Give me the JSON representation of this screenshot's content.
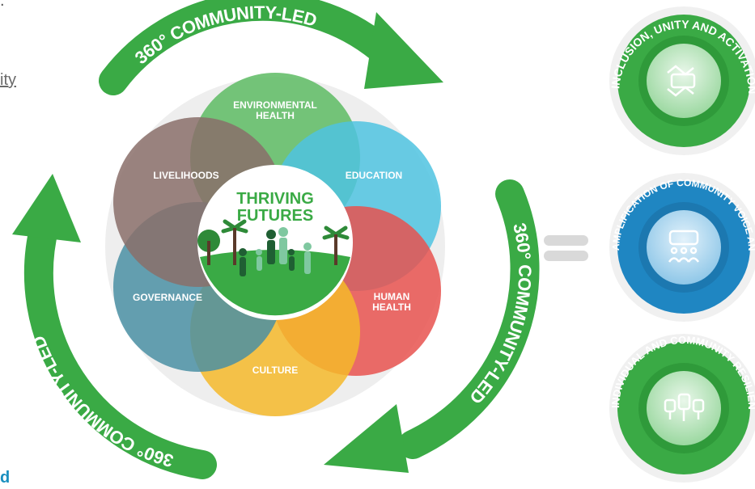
{
  "left_edge": {
    "top_fragment": ".",
    "link_fragment": "ity",
    "bottom_fragment": "d"
  },
  "cycle": {
    "arrow_label_top": "360° COMMUNITY-LED",
    "arrow_label_right": "360° COMMUNITY-LED",
    "arrow_label_left": "360° COMMUNITY-LED",
    "arrow_color": "#3aaa45"
  },
  "center": {
    "title_line1": "THRIVING",
    "title_line2": "FUTURES",
    "title_color": "#3aaa45"
  },
  "petals": [
    {
      "label": "ENVIRONMENTAL HEALTH",
      "line1": "ENVIRONMENTAL",
      "line2": "HEALTH",
      "color": "#5dbb63"
    },
    {
      "label": "EDUCATION",
      "line1": "EDUCATION",
      "line2": "",
      "color": "#4fc3e0"
    },
    {
      "label": "HUMAN HEALTH",
      "line1": "HUMAN",
      "line2": "HEALTH",
      "color": "#e8524f"
    },
    {
      "label": "CULTURE",
      "line1": "CULTURE",
      "line2": "",
      "color": "#f5b82a"
    },
    {
      "label": "GOVERNANCE",
      "line1": "GOVERNANCE",
      "line2": "",
      "color": "#4a8fa3"
    },
    {
      "label": "LIVELIHOODS",
      "line1": "LIVELIHOODS",
      "line2": "",
      "color": "#8a6e6a"
    }
  ],
  "equals_sign": "=",
  "outcomes": [
    {
      "label": "INCLUSION, UNITY AND ACTIVATION",
      "icon": "hands-together-icon",
      "ring_color": "#3aaa45"
    },
    {
      "label": "AMPLIFICATION OF COMMUNITY VOICE AND PRIORITIES",
      "icon": "people-speech-icon",
      "ring_color": "#1f86c2"
    },
    {
      "label": "INDIVIDUAL AND COMMUNITY RESILIENCE",
      "icon": "raised-fists-icon",
      "ring_color": "#3aaa45"
    }
  ]
}
